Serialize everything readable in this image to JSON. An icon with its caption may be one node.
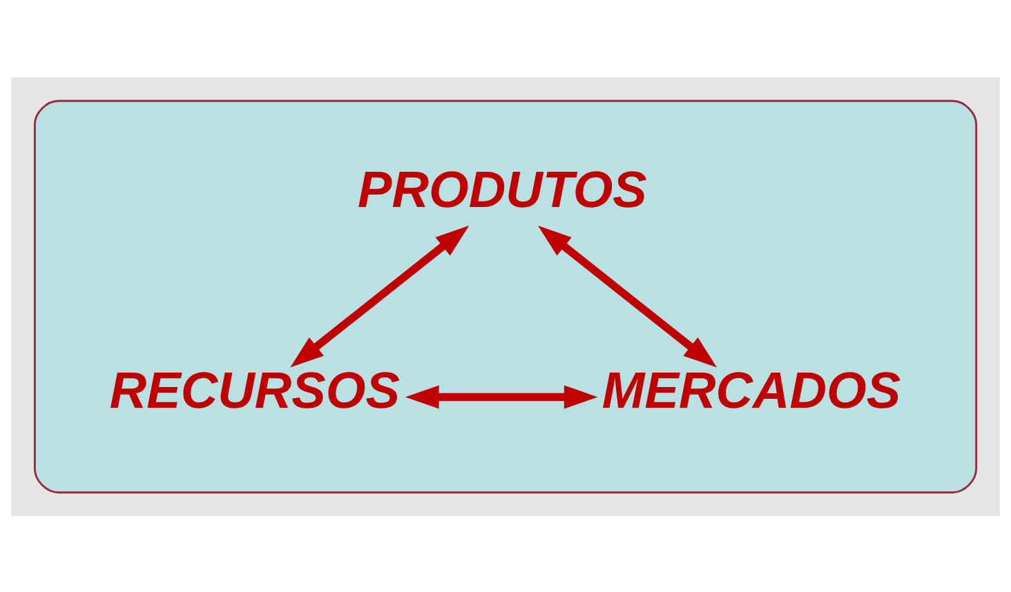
{
  "diagram": {
    "nodes": [
      {
        "text": [],
        "shape": "ellipse"
      },
      {
        "text": [
          "PRODUTOS"
        ],
        "in": 0
      },
      {
        "text": [
          "RECURSOS"
        ],
        "in": 0
      },
      {
        "text": [
          "MERCADOS"
        ],
        "in": 0
      }
    ],
    "edges": [
      {
        "from": 1,
        "to": 2,
        "arrow": "both"
      },
      {
        "from": 1,
        "to": 3,
        "arrow": "both"
      },
      {
        "from": 2,
        "to": 3,
        "arrow": "both"
      }
    ]
  }
}
